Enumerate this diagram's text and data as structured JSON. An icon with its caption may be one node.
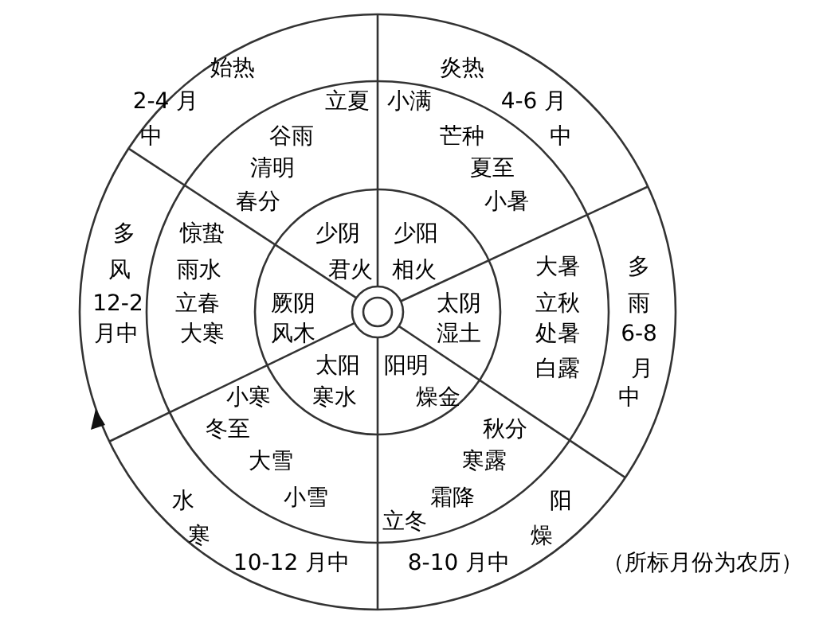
{
  "diagram": {
    "caption": "（所标月份为农历）",
    "labels": [
      "始热",
      "炎热",
      "2-4 月",
      "立夏",
      "小满",
      "4-6 月",
      "谷雨",
      "芒种",
      "中",
      "中",
      "清明",
      "夏至",
      "春分",
      "小暑",
      "少阴",
      "少阳",
      "君火",
      "相火",
      "多",
      "惊蛰",
      "大暑",
      "多",
      "风",
      "雨水",
      "雨",
      "12-2",
      "立春",
      "厥阴",
      "太阴",
      "立秋",
      "6-8",
      "月中",
      "大寒",
      "风木",
      "湿土",
      "处暑",
      "月",
      "阳明",
      "白露",
      "太阳",
      "中",
      "寒水",
      "燥金",
      "小寒",
      "秋分",
      "冬至",
      "寒露",
      "大雪",
      "水",
      "小雪",
      "霜降",
      "阳",
      "寒",
      "立冬",
      "燥",
      "10-12 月中",
      "8-10 月中"
    ]
  }
}
